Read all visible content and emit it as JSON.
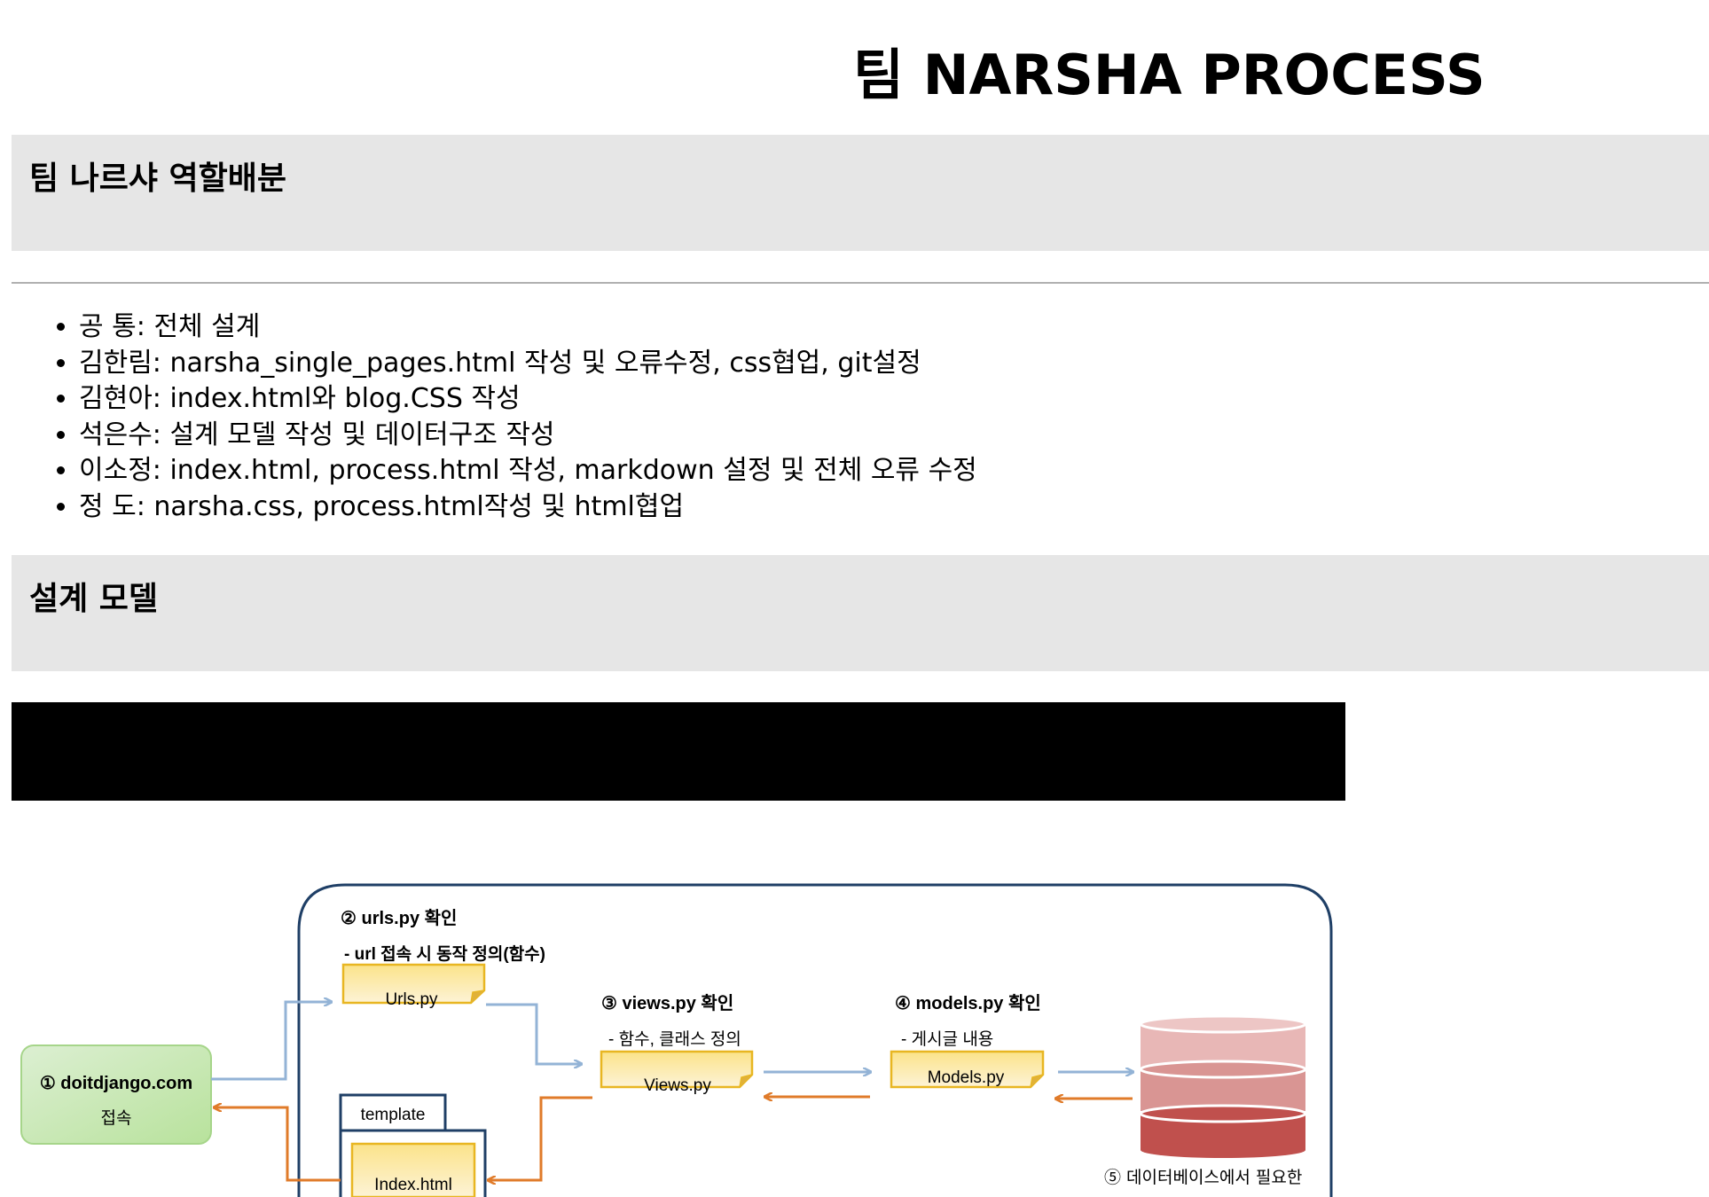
{
  "title": "팀 NARSHA PROCESS",
  "roles_section": {
    "heading": "팀 나르샤 역할배분",
    "items": [
      "공 통: 전체 설계",
      "김한림: narsha_single_pages.html 작성 및 오류수정, css협업, git설정",
      "김현아: index.html와 blog.CSS 작성",
      "석은수: 설계 모델 작성 및 데이터구조 작성",
      "이소정: index.html, process.html 작성, markdown 설정 및 전체 오류 수정",
      "정 도: narsha.css, process.html작성 및 html협업"
    ]
  },
  "design_section": {
    "heading": "설계 모델"
  },
  "diagram": {
    "client_box": {
      "line1": "① doitdjango.com",
      "line2": "접속"
    },
    "urls": {
      "step": "② urls.py 확인",
      "desc": "- url 접속 시 동작 정의(함수)",
      "file": "Urls.py"
    },
    "views": {
      "step": "③ views.py 확인",
      "desc": "- 함수, 클래스 정의",
      "file": "Views.py"
    },
    "models": {
      "step": "④ models.py 확인",
      "desc": "- 게시글 내용",
      "file": "Models.py"
    },
    "template": {
      "tab": "template",
      "file": "Index.html"
    },
    "database": {
      "caption": "⑤ 데이터베이스에서 필요한"
    },
    "colors": {
      "request_arrow": "#93b3d6",
      "response_arrow": "#e07b2a",
      "frame": "#1f3f66",
      "client_fill": "#c6e7b4",
      "note_fill": "#fbe9a3",
      "note_border": "#e8b622",
      "db_top": "#e8b7b6",
      "db_mid": "#d99593",
      "db_bottom": "#c0504d"
    }
  }
}
